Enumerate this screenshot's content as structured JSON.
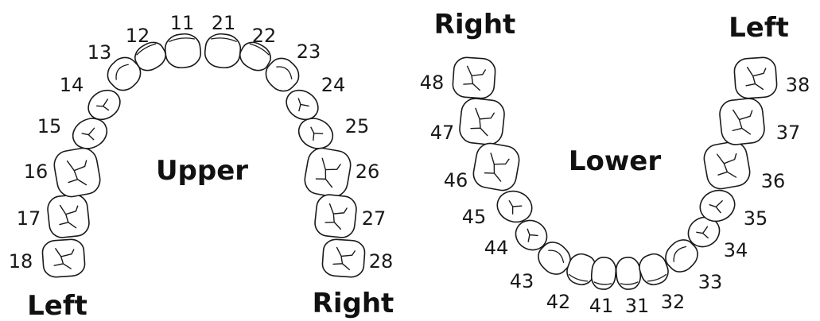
{
  "upper": {
    "title": "Upper",
    "side_left": "Left",
    "side_right": "Right",
    "teeth": [
      {
        "number": "18",
        "type": "molar"
      },
      {
        "number": "17",
        "type": "molar"
      },
      {
        "number": "16",
        "type": "molar"
      },
      {
        "number": "15",
        "type": "premolar"
      },
      {
        "number": "14",
        "type": "premolar"
      },
      {
        "number": "13",
        "type": "canine"
      },
      {
        "number": "12",
        "type": "incisor"
      },
      {
        "number": "11",
        "type": "incisor"
      },
      {
        "number": "21",
        "type": "incisor"
      },
      {
        "number": "22",
        "type": "incisor"
      },
      {
        "number": "23",
        "type": "canine"
      },
      {
        "number": "24",
        "type": "premolar"
      },
      {
        "number": "25",
        "type": "premolar"
      },
      {
        "number": "26",
        "type": "molar"
      },
      {
        "number": "27",
        "type": "molar"
      },
      {
        "number": "28",
        "type": "molar"
      }
    ]
  },
  "lower": {
    "title": "Lower",
    "side_left": "Right",
    "side_right": "Left",
    "teeth": [
      {
        "number": "48",
        "type": "molar"
      },
      {
        "number": "47",
        "type": "molar"
      },
      {
        "number": "46",
        "type": "molar"
      },
      {
        "number": "45",
        "type": "premolar"
      },
      {
        "number": "44",
        "type": "premolar"
      },
      {
        "number": "43",
        "type": "canine"
      },
      {
        "number": "42",
        "type": "incisor"
      },
      {
        "number": "41",
        "type": "incisor"
      },
      {
        "number": "31",
        "type": "incisor"
      },
      {
        "number": "32",
        "type": "incisor"
      },
      {
        "number": "33",
        "type": "canine"
      },
      {
        "number": "34",
        "type": "premolar"
      },
      {
        "number": "35",
        "type": "premolar"
      },
      {
        "number": "36",
        "type": "molar"
      },
      {
        "number": "37",
        "type": "molar"
      },
      {
        "number": "38",
        "type": "molar"
      }
    ]
  }
}
